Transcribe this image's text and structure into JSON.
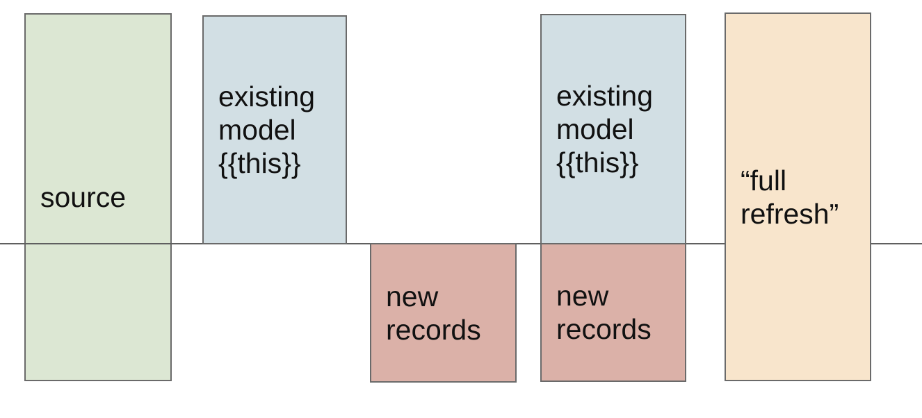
{
  "diagram": {
    "background": "#ffffff",
    "divider_color": "#5f5f5f",
    "border_color": "#6a6a6a",
    "text_color": "#111111"
  },
  "boxes": {
    "source": {
      "label": "source",
      "fill": "#dce7d3"
    },
    "existing_model_1": {
      "label": "existing\nmodel\n{{this}}",
      "fill": "#d2dfe4"
    },
    "new_records_1": {
      "label": "new\nrecords",
      "fill": "#dbb1a8"
    },
    "existing_model_2": {
      "label": "existing\nmodel\n{{this}}",
      "fill": "#d2dfe4"
    },
    "new_records_2": {
      "label": "new\nrecords",
      "fill": "#dbb1a8"
    },
    "full_refresh": {
      "label": "“full\nrefresh”",
      "fill": "#f8e5cc"
    }
  }
}
